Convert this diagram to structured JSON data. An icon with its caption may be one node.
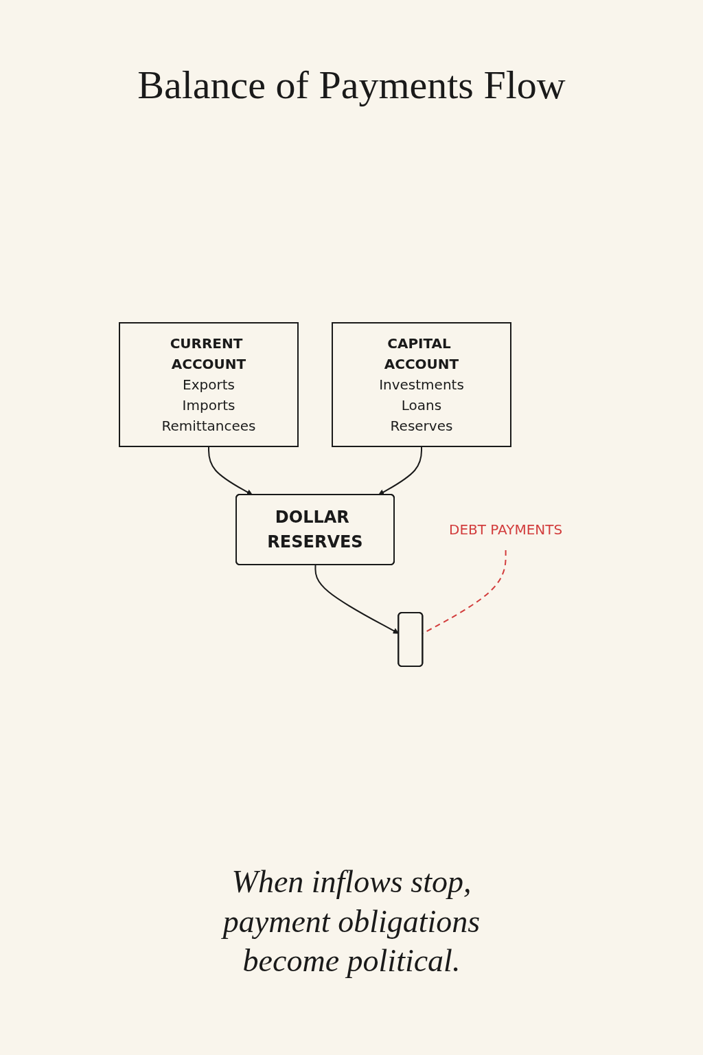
{
  "diagram": {
    "title": "Balance of Payments Flow",
    "nodes": [
      {
        "text": [
          "CURRENT ACCOUNT",
          "Exports",
          "Imports",
          "Remittancees"
        ]
      },
      {
        "text": [
          "CAPITAL ACCOUNT",
          "Investments",
          "Loans",
          "Reserves"
        ]
      },
      {
        "text": [
          "DOLLAR RESERVES"
        ]
      },
      {
        "text": [],
        "shape": "box"
      },
      {
        "text": [
          "DEBT PAYMENTS"
        ]
      }
    ],
    "edges": [
      {
        "from": 0,
        "to": 2,
        "arrow": "to"
      },
      {
        "from": 1,
        "to": 2,
        "arrow": "to"
      },
      {
        "from": 2,
        "to": 3,
        "arrow": "to"
      },
      {
        "from": 4,
        "to": 3,
        "arrow": "none",
        "style": "dashed",
        "color": "#d23c3c"
      }
    ],
    "caption": "When inflows stop, payment obligations become political."
  }
}
